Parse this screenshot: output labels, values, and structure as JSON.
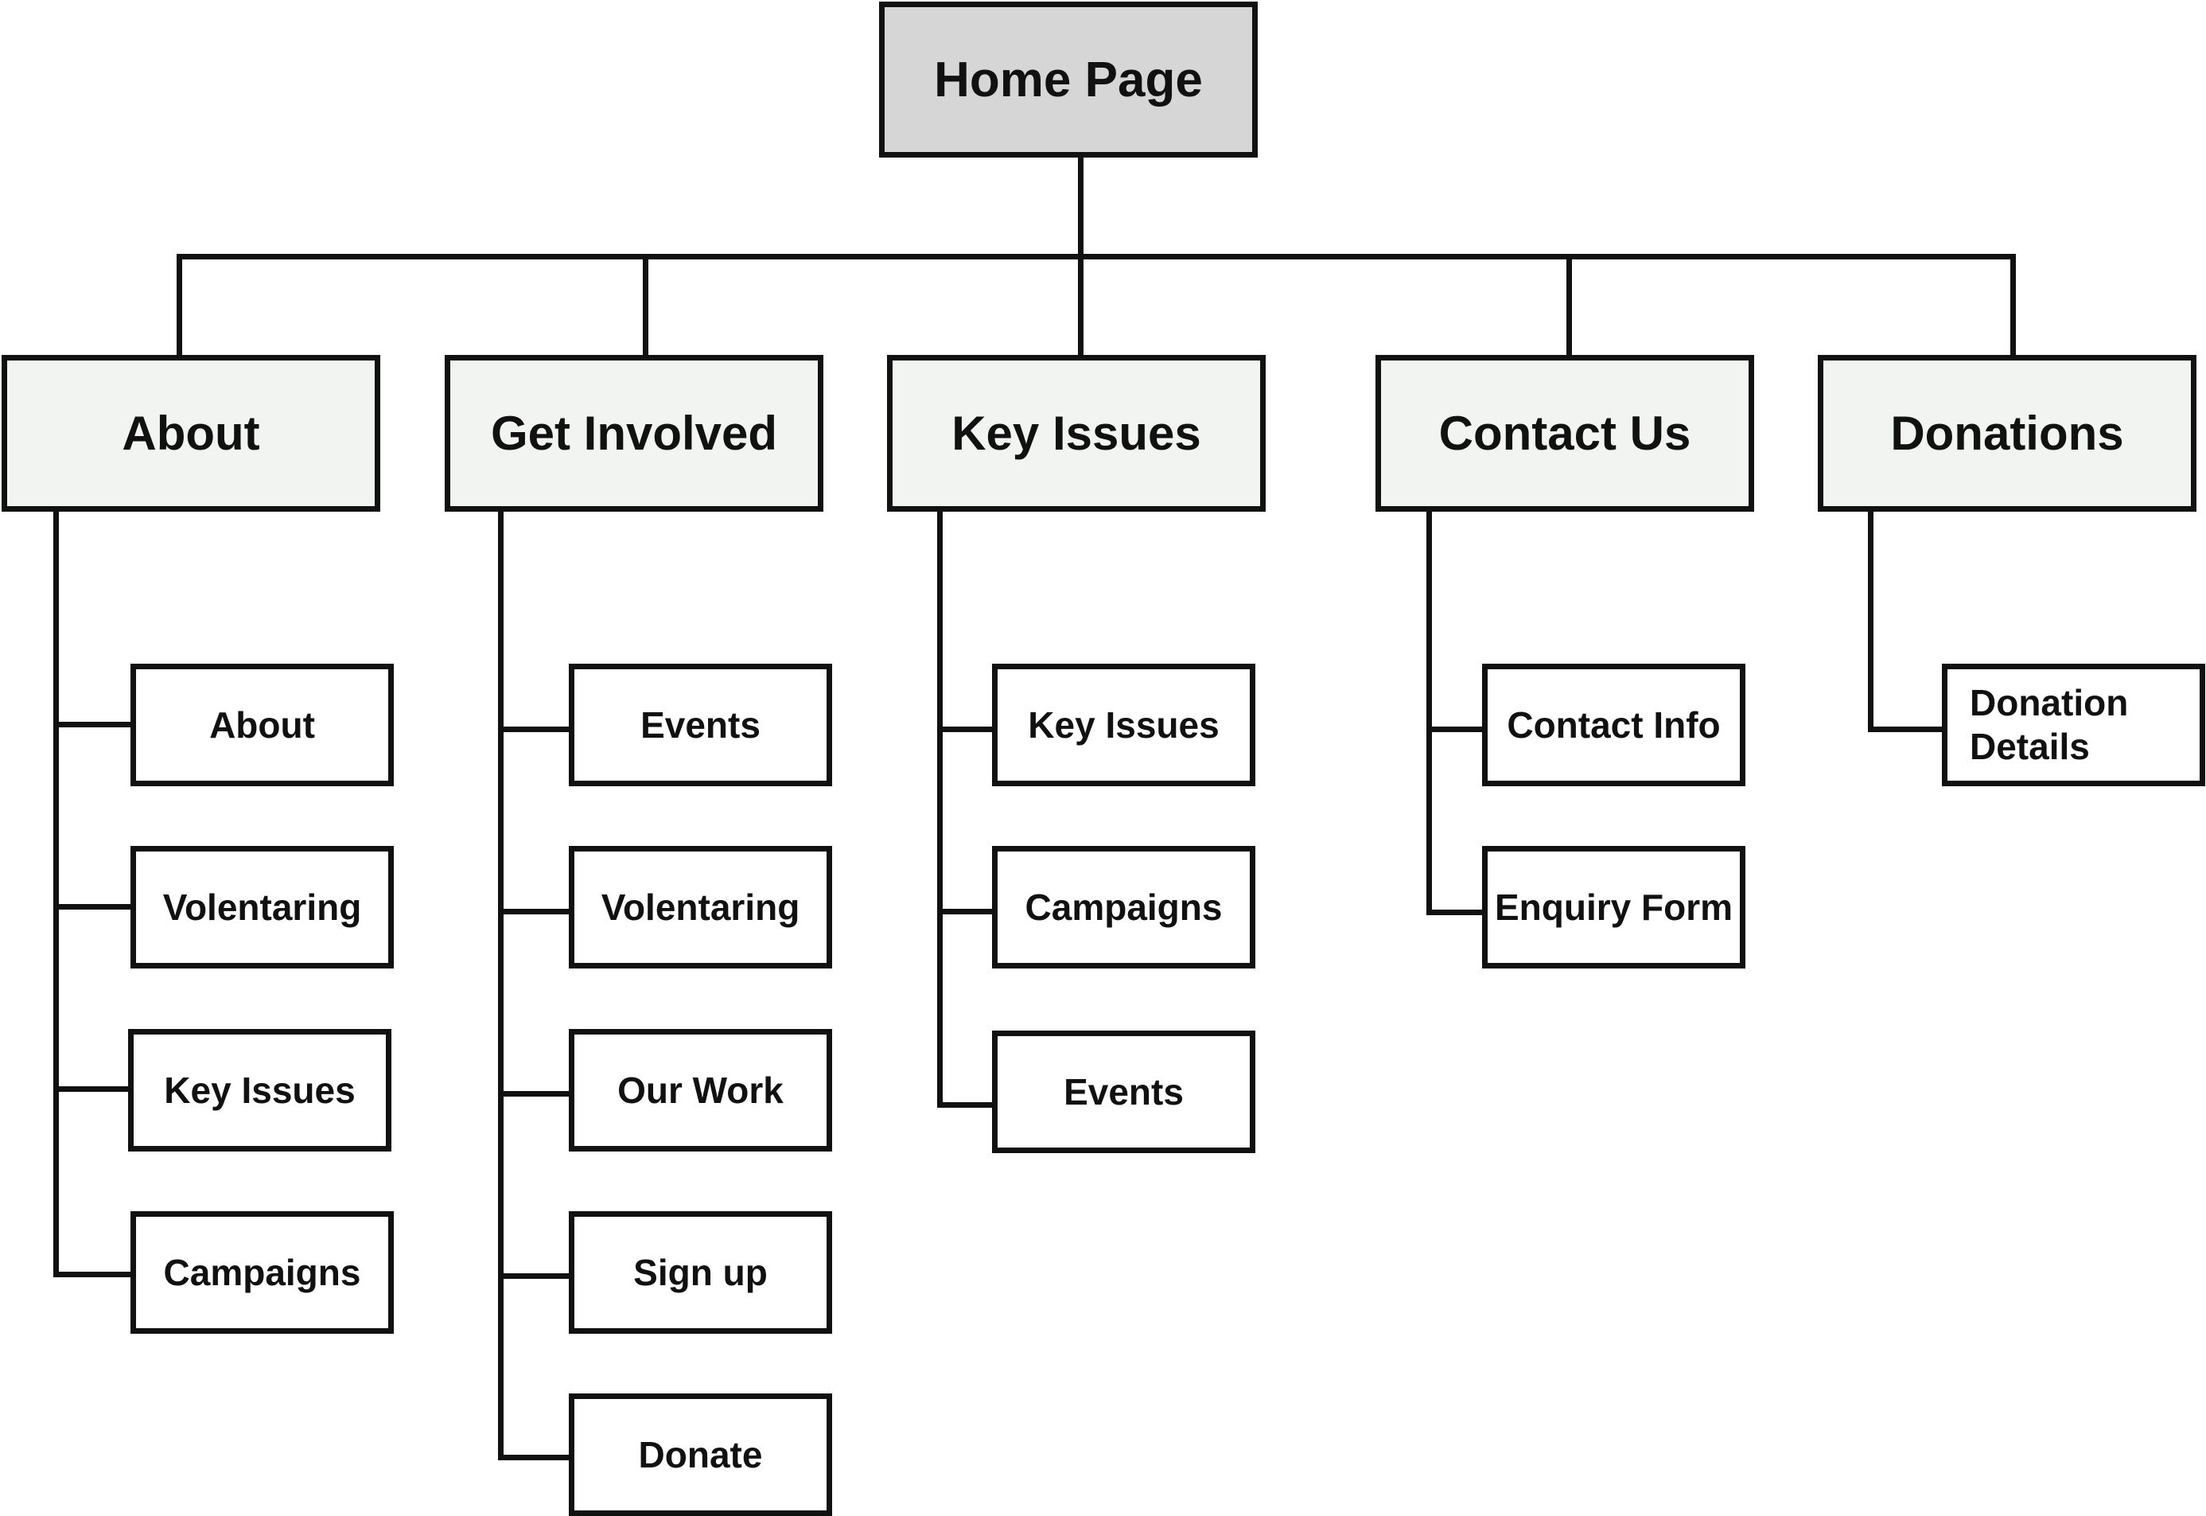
{
  "root": {
    "label": "Home Page"
  },
  "sections": [
    {
      "label": "About",
      "pages": [
        "About",
        "Volentaring",
        "Key Issues",
        "Campaigns"
      ]
    },
    {
      "label": "Get Involved",
      "pages": [
        "Events",
        "Volentaring",
        "Our Work",
        "Sign up",
        "Donate"
      ]
    },
    {
      "label": "Key Issues",
      "pages": [
        "Key Issues",
        "Campaigns",
        "Events"
      ]
    },
    {
      "label": "Contact Us",
      "pages": [
        "Contact Info",
        "Enquiry Form"
      ]
    },
    {
      "label": "Donations",
      "pages": [
        "Donation Details"
      ]
    }
  ],
  "colors": {
    "line": "#111111",
    "root_fill": "#d6d6d6",
    "section_fill": "#f1f4f1",
    "page_fill": "#ffffff"
  }
}
